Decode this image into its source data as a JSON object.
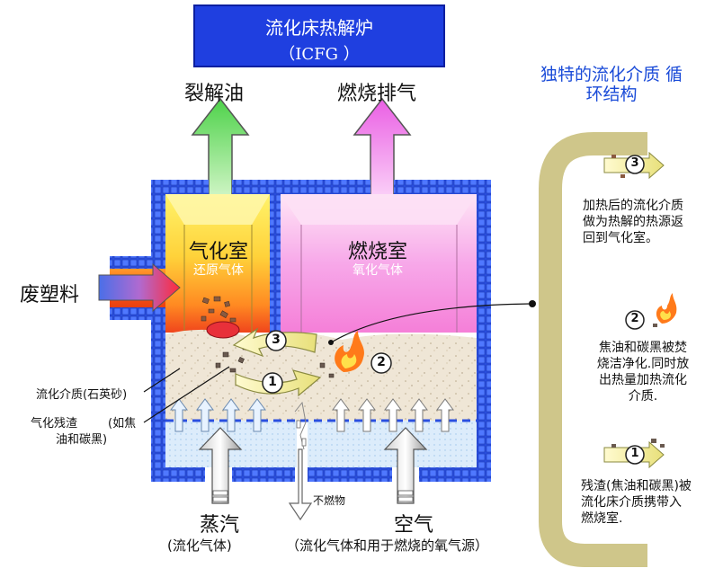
{
  "title": {
    "line1": "流化床热解炉",
    "line2": "（ICFG ）"
  },
  "outputs": {
    "oil": "裂解油",
    "exhaust": "燃烧排气"
  },
  "input": {
    "waste_plastic": "废塑料"
  },
  "chambers": {
    "gasification": {
      "name": "气化室",
      "gas": "还原气体"
    },
    "combustion": {
      "name": "燃烧室",
      "gas": "氧化气体"
    }
  },
  "labels": {
    "medium": "流化介质(石英砂)",
    "residue_line1": "气化残渣",
    "residue_paren": "(如焦",
    "residue_line2": "油和碳黑)",
    "incombustible": "不燃物"
  },
  "bottom": {
    "steam": "蒸汽",
    "steam_sub": "(流化气体)",
    "air": "空气",
    "air_sub": "（流化气体和用于燃烧的氧气源）"
  },
  "right_panel": {
    "title_line1": "独特的流化介质 循",
    "title_line2": "环结构",
    "step3_num": "3",
    "step3_lines": [
      "加热后的流化介质",
      "做为热解的热源返",
      "回到气化室。"
    ],
    "step2_num": "2",
    "step2_lines": [
      "焦油和碳黑被焚",
      "烧洁净化.同时放",
      "出热量加热流化",
      "介质."
    ],
    "step1_num": "1",
    "step1_lines": [
      "残渣(焦油和碳黑)被",
      "流化床介质携带入",
      "燃烧室."
    ]
  },
  "markers": {
    "m1": "1",
    "m2": "2",
    "m3": "3"
  },
  "colors": {
    "title_bg": "#1f3fe0",
    "wall": "#2a4fe0",
    "oil_arrow": "#7fe05a",
    "exhaust_arrow": "#ee7ae8",
    "blue_text": "#1a4bd8",
    "loop": "#cfc68a"
  }
}
